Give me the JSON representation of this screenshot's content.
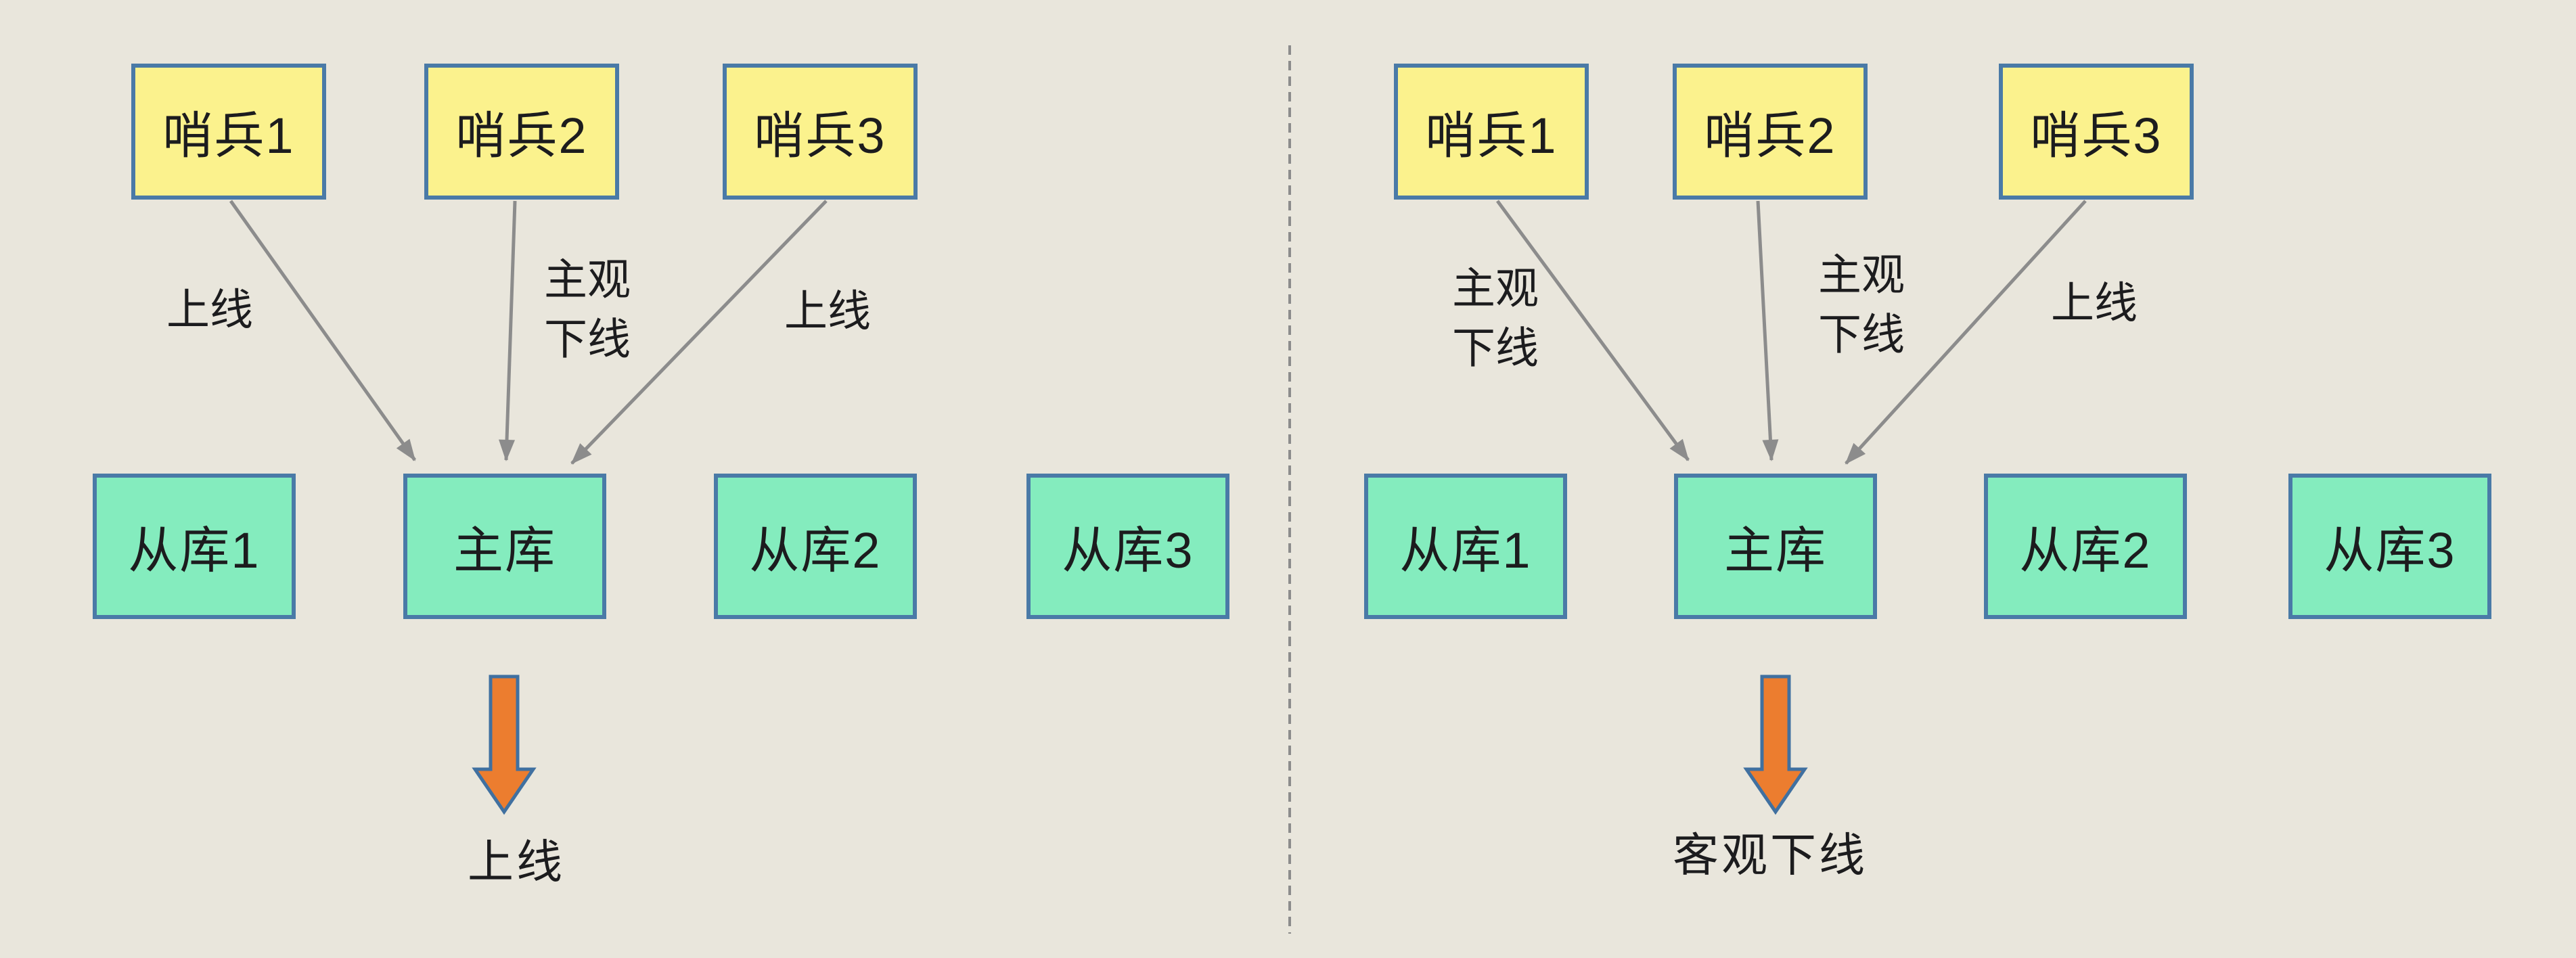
{
  "diagram": {
    "topic": "redis-sentinel-offline-detection",
    "colors": {
      "background": "#E9E6DC",
      "sentinel_box_fill": "#FBF28D",
      "database_box_fill": "#84ECBE",
      "box_border": "#4A7AA7",
      "connector_gray": "#8C8C8C",
      "big_arrow_fill": "#EC7D2F",
      "big_arrow_border": "#4070A0",
      "text": "#1C1C1E"
    },
    "panels": [
      {
        "side": "left",
        "sentinels": [
          "哨兵1",
          "哨兵2",
          "哨兵3"
        ],
        "edge_labels": [
          "上线",
          "主观\n下线",
          "上线"
        ],
        "databases": [
          "从库1",
          "主库",
          "从库2",
          "从库3"
        ],
        "result_label": "上线"
      },
      {
        "side": "right",
        "sentinels": [
          "哨兵1",
          "哨兵2",
          "哨兵3"
        ],
        "edge_labels": [
          "主观\n下线",
          "主观\n下线",
          "上线"
        ],
        "databases": [
          "从库1",
          "主库",
          "从库2",
          "从库3"
        ],
        "result_label": "客观下线"
      }
    ]
  }
}
